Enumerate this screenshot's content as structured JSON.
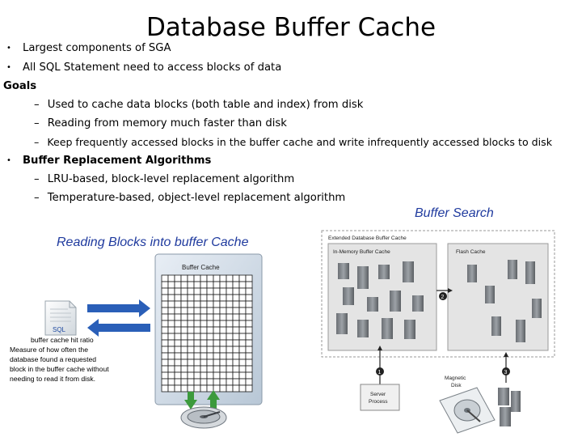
{
  "slide": {
    "title": "Database Buffer Cache",
    "bullet_symbol": "•",
    "dash_symbol": "–",
    "bullets": [
      "Largest components of SGA",
      "All SQL Statement need to access blocks of data"
    ],
    "goals_heading": "Goals",
    "goals": [
      "Used to cache data blocks (both table and index) from disk",
      "Reading from memory much faster than disk",
      "Keep frequently accessed blocks in the buffer cache and write infrequently accessed blocks to disk"
    ],
    "algorithms_heading": "Buffer Replacement Algorithms",
    "algorithms": [
      "LRU-based, block-level replacement algorithm",
      "Temperature-based, object-level replacement algorithm"
    ]
  },
  "left_figure": {
    "heading": "Reading Blocks into buffer Cache",
    "cache_label": "Buffer Cache",
    "sql_label": "SQL",
    "caption_title": "buffer cache hit ratio",
    "caption_lines": [
      "Measure of how often the",
      "database found a requested",
      "block in the buffer cache  without",
      "needing to read it from disk."
    ]
  },
  "right_figure": {
    "heading": "Buffer Search",
    "extended_label": "Extended Database Buffer Cache",
    "in_memory_label": "In-Memory Buffer Cache",
    "flash_label": "Flash Cache",
    "server_label_1": "Server",
    "server_label_2": "Process",
    "disk_label_1": "Magnetic",
    "disk_label_2": "Disk",
    "step_1": "1",
    "step_2": "2",
    "step_3": "3"
  },
  "colors": {
    "heading_blue": "#1f3a9e",
    "arrow_blue": "#2a5fb8",
    "arrow_green": "#3c9a3c",
    "grid_fill": "#ffffff",
    "cache_header": "#c9d6e3"
  }
}
